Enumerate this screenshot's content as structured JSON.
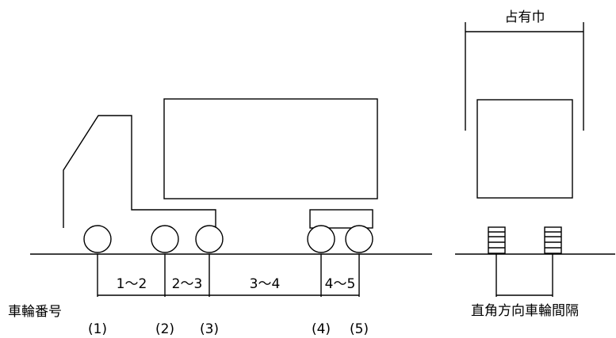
{
  "diagram": {
    "occupied_width_label": "占有巾",
    "wheel_number_label": "車輪番号",
    "perpendicular_spacing_label": "直角方向車輪間隔",
    "spacing_labels": [
      "1～2",
      "2～3",
      "3～4",
      "4～5"
    ],
    "wheel_numbers": [
      "(1)",
      "(2)",
      "(3)",
      "(4)",
      "(5)"
    ]
  }
}
